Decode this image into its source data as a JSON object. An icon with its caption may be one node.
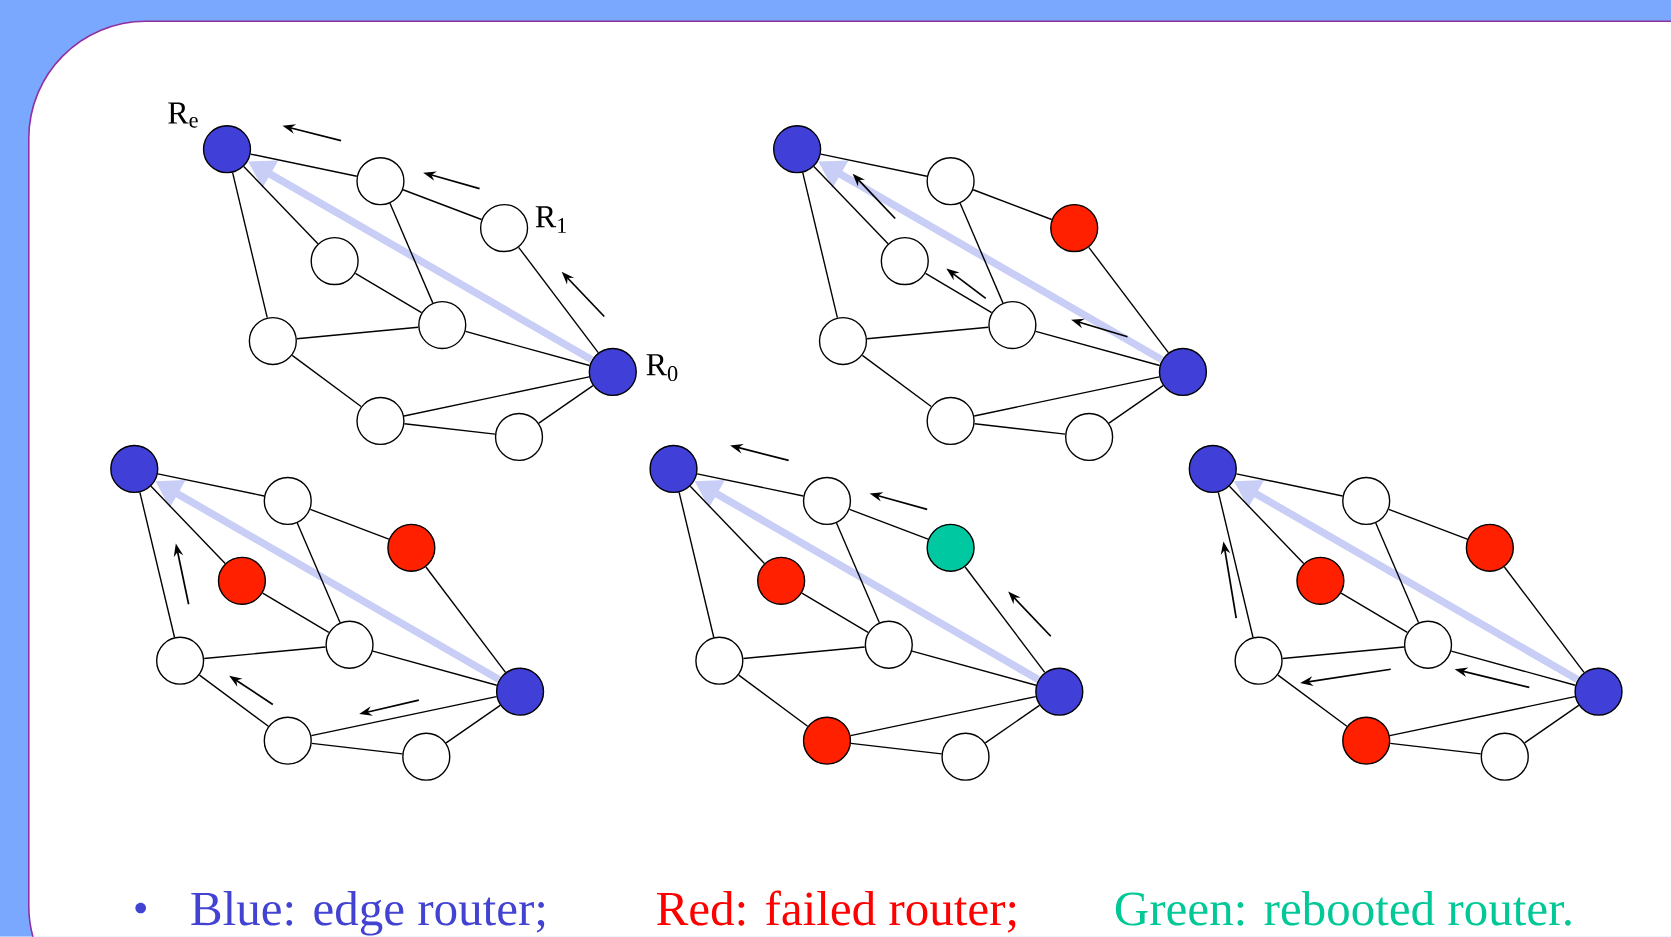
{
  "diagram": {
    "nodes": [
      {
        "text": [],
        "shape": "circle",
        "beside": [
          "R$_{e}$"
        ]
      },
      {
        "text": [],
        "shape": "circle"
      },
      {
        "text": [],
        "shape": "circle",
        "beside": [
          "R$_{1}$"
        ]
      },
      {
        "text": [],
        "shape": "circle"
      },
      {
        "text": [],
        "shape": "circle"
      },
      {
        "text": [],
        "shape": "circle"
      },
      {
        "text": [],
        "shape": "circle",
        "beside": [
          "R$_{0}$"
        ]
      },
      {
        "text": [],
        "shape": "circle"
      },
      {
        "text": [],
        "shape": "circle"
      },
      {
        "text": [],
        "shape": "circle"
      },
      {
        "text": [],
        "shape": "circle"
      },
      {
        "text": [],
        "shape": "circle"
      },
      {
        "text": [],
        "shape": "circle"
      },
      {
        "text": [],
        "shape": "circle"
      },
      {
        "text": [],
        "shape": "circle"
      },
      {
        "text": [],
        "shape": "circle"
      },
      {
        "text": [],
        "shape": "circle"
      },
      {
        "text": [],
        "shape": "circle"
      },
      {
        "text": [],
        "shape": "circle"
      },
      {
        "text": [],
        "shape": "circle"
      },
      {
        "text": [],
        "shape": "circle"
      },
      {
        "text": [],
        "shape": "circle"
      },
      {
        "text": [],
        "shape": "circle"
      },
      {
        "text": [],
        "shape": "circle"
      },
      {
        "text": [],
        "shape": "circle"
      },
      {
        "text": [],
        "shape": "circle"
      },
      {
        "text": [],
        "shape": "circle"
      },
      {
        "text": [],
        "shape": "circle"
      },
      {
        "text": [],
        "shape": "circle"
      },
      {
        "text": [],
        "shape": "circle"
      },
      {
        "text": [],
        "shape": "circle"
      },
      {
        "text": [],
        "shape": "circle"
      },
      {
        "text": [],
        "shape": "circle"
      },
      {
        "text": [],
        "shape": "circle"
      },
      {
        "text": [],
        "shape": "circle"
      },
      {
        "text": [],
        "shape": "circle"
      },
      {
        "text": [],
        "shape": "circle"
      },
      {
        "text": [],
        "shape": "circle"
      },
      {
        "text": [],
        "shape": "circle"
      },
      {
        "text": [],
        "shape": "circle"
      },
      {
        "text": [],
        "shape": "circle"
      },
      {
        "text": [],
        "shape": "circle"
      },
      {
        "text": [],
        "shape": "circle"
      },
      {
        "text": [],
        "shape": "circle"
      },
      {
        "text": [],
        "shape": "circle"
      }
    ],
    "edges": [
      {
        "from": 6,
        "to": 0,
        "arrow": "to",
        "style": "thick",
        "color": "#c8cef6"
      },
      {
        "from": 0,
        "to": 1,
        "arrow": "none"
      },
      {
        "from": 1,
        "to": 2,
        "arrow": "none"
      },
      {
        "from": 2,
        "to": 6,
        "arrow": "none"
      },
      {
        "from": 0,
        "to": 5,
        "arrow": "none"
      },
      {
        "from": 0,
        "to": 3,
        "arrow": "none"
      },
      {
        "from": 1,
        "to": 4,
        "arrow": "none"
      },
      {
        "from": 3,
        "to": 4,
        "arrow": "none"
      },
      {
        "from": 5,
        "to": 4,
        "arrow": "none"
      },
      {
        "from": 4,
        "to": 6,
        "arrow": "none"
      },
      {
        "from": 5,
        "to": 7,
        "arrow": "none"
      },
      {
        "from": 7,
        "to": 6,
        "arrow": "none"
      },
      {
        "from": 7,
        "to": 8,
        "arrow": "none"
      },
      {
        "from": 8,
        "to": 6,
        "arrow": "none"
      },
      {
        "from": 15,
        "to": 9,
        "arrow": "to",
        "style": "thick",
        "color": "#c8cef6"
      },
      {
        "from": 9,
        "to": 10,
        "arrow": "none"
      },
      {
        "from": 10,
        "to": 11,
        "arrow": "none"
      },
      {
        "from": 11,
        "to": 15,
        "arrow": "none"
      },
      {
        "from": 9,
        "to": 14,
        "arrow": "none"
      },
      {
        "from": 9,
        "to": 12,
        "arrow": "none"
      },
      {
        "from": 10,
        "to": 13,
        "arrow": "none"
      },
      {
        "from": 12,
        "to": 13,
        "arrow": "none"
      },
      {
        "from": 14,
        "to": 13,
        "arrow": "none"
      },
      {
        "from": 13,
        "to": 15,
        "arrow": "none"
      },
      {
        "from": 14,
        "to": 16,
        "arrow": "none"
      },
      {
        "from": 16,
        "to": 15,
        "arrow": "none"
      },
      {
        "from": 16,
        "to": 17,
        "arrow": "none"
      },
      {
        "from": 17,
        "to": 15,
        "arrow": "none"
      },
      {
        "from": 24,
        "to": 18,
        "arrow": "to",
        "style": "thick",
        "color": "#c8cef6"
      },
      {
        "from": 18,
        "to": 19,
        "arrow": "none"
      },
      {
        "from": 19,
        "to": 20,
        "arrow": "none"
      },
      {
        "from": 20,
        "to": 24,
        "arrow": "none"
      },
      {
        "from": 18,
        "to": 23,
        "arrow": "none"
      },
      {
        "from": 18,
        "to": 21,
        "arrow": "none"
      },
      {
        "from": 19,
        "to": 22,
        "arrow": "none"
      },
      {
        "from": 21,
        "to": 22,
        "arrow": "none"
      },
      {
        "from": 23,
        "to": 22,
        "arrow": "none"
      },
      {
        "from": 22,
        "to": 24,
        "arrow": "none"
      },
      {
        "from": 23,
        "to": 25,
        "arrow": "none"
      },
      {
        "from": 25,
        "to": 24,
        "arrow": "none"
      },
      {
        "from": 25,
        "to": 26,
        "arrow": "none"
      },
      {
        "from": 26,
        "to": 24,
        "arrow": "none"
      },
      {
        "from": 33,
        "to": 27,
        "arrow": "to",
        "style": "thick",
        "color": "#c8cef6"
      },
      {
        "from": 27,
        "to": 28,
        "arrow": "none"
      },
      {
        "from": 28,
        "to": 29,
        "arrow": "none"
      },
      {
        "from": 29,
        "to": 33,
        "arrow": "none"
      },
      {
        "from": 27,
        "to": 32,
        "arrow": "none"
      },
      {
        "from": 27,
        "to": 30,
        "arrow": "none"
      },
      {
        "from": 28,
        "to": 31,
        "arrow": "none"
      },
      {
        "from": 30,
        "to": 31,
        "arrow": "none"
      },
      {
        "from": 32,
        "to": 31,
        "arrow": "none"
      },
      {
        "from": 31,
        "to": 33,
        "arrow": "none"
      },
      {
        "from": 32,
        "to": 34,
        "arrow": "none"
      },
      {
        "from": 34,
        "to": 33,
        "arrow": "none"
      },
      {
        "from": 34,
        "to": 35,
        "arrow": "none"
      },
      {
        "from": 35,
        "to": 33,
        "arrow": "none"
      },
      {
        "from": 42,
        "to": 36,
        "arrow": "to",
        "style": "thick",
        "color": "#c8cef6"
      },
      {
        "from": 36,
        "to": 37,
        "arrow": "none"
      },
      {
        "from": 37,
        "to": 38,
        "arrow": "none"
      },
      {
        "from": 38,
        "to": 42,
        "arrow": "none"
      },
      {
        "from": 36,
        "to": 41,
        "arrow": "none"
      },
      {
        "from": 36,
        "to": 39,
        "arrow": "none"
      },
      {
        "from": 37,
        "to": 40,
        "arrow": "none"
      },
      {
        "from": 39,
        "to": 40,
        "arrow": "none"
      },
      {
        "from": 41,
        "to": 40,
        "arrow": "none"
      },
      {
        "from": 40,
        "to": 42,
        "arrow": "none"
      },
      {
        "from": 41,
        "to": 43,
        "arrow": "none"
      },
      {
        "from": 43,
        "to": 42,
        "arrow": "none"
      },
      {
        "from": 43,
        "to": 44,
        "arrow": "none"
      },
      {
        "from": 44,
        "to": 42,
        "arrow": "none"
      }
    ],
    "legend": [
      {
        "text": "Blue: edge router;",
        "color": "#4343d3"
      },
      {
        "text": "Red: failed router;",
        "color": "#ff0000"
      },
      {
        "text": "Green: rebooted router.",
        "color": "#00c896"
      }
    ]
  }
}
